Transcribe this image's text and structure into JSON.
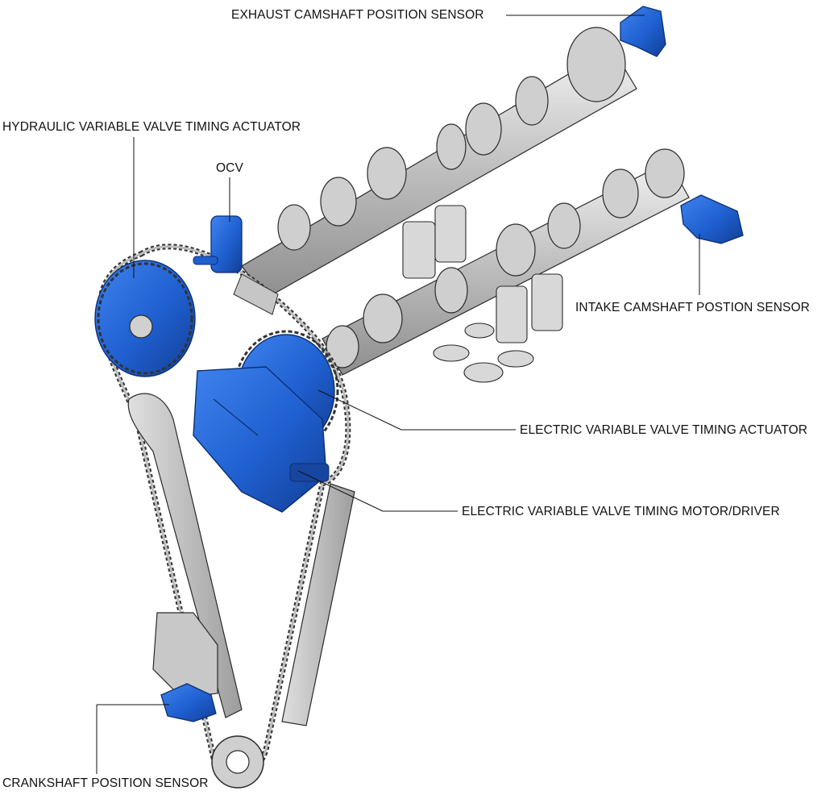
{
  "labels": {
    "exhaust_cam_sensor": "EXHAUST CAMSHAFT POSITION SENSOR",
    "hydraulic_vvt": "HYDRAULIC VARIABLE VALVE TIMING ACTUATOR",
    "ocv": "OCV",
    "intake_cam_sensor": "INTAKE CAMSHAFT POSTION SENSOR",
    "electric_vvt": "ELECTRIC VARIABLE VALVE TIMING ACTUATOR",
    "electric_vvt_motor": "ELECTRIC VARIABLE VALVE TIMING MOTOR/DRIVER",
    "crankshaft_sensor": "CRANKSHAFT POSITION SENSOR"
  },
  "colors": {
    "highlight_blue": "#1f5fd0",
    "highlight_blue_dark": "#1746a0",
    "metal_gray": "#c8c8c8",
    "metal_dark": "#8a8a8a",
    "outline": "#2a2a2a",
    "leader": "#111111"
  }
}
